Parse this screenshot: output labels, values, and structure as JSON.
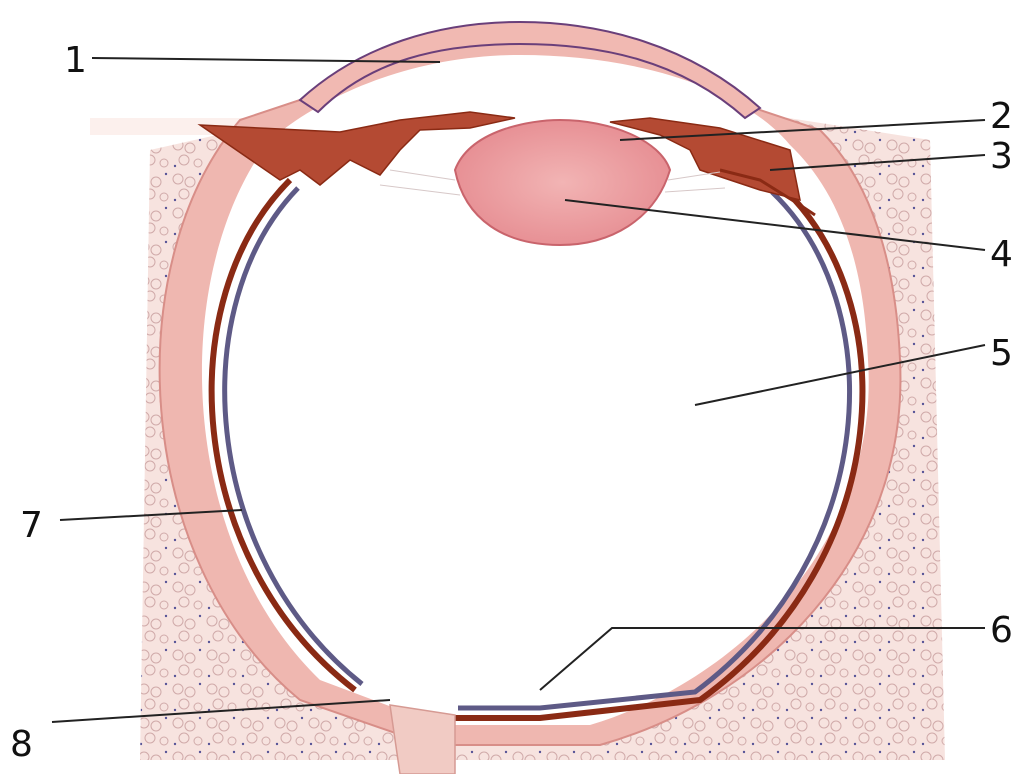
{
  "labels": [
    {
      "id": "1",
      "text": "1"
    },
    {
      "id": "2",
      "text": "2"
    },
    {
      "id": "3",
      "text": "3"
    },
    {
      "id": "4",
      "text": "4"
    },
    {
      "id": "5",
      "text": "5"
    },
    {
      "id": "6",
      "text": "6"
    },
    {
      "id": "7",
      "text": "7"
    },
    {
      "id": "8",
      "text": "8"
    }
  ],
  "colors": {
    "tissue_light": "#f6dcd6",
    "sclera": "#efb1aa",
    "lens": "#ec9a9c",
    "choroid": "#8a2a14",
    "retina": "#5e5a86",
    "iris": "#a3402c"
  }
}
